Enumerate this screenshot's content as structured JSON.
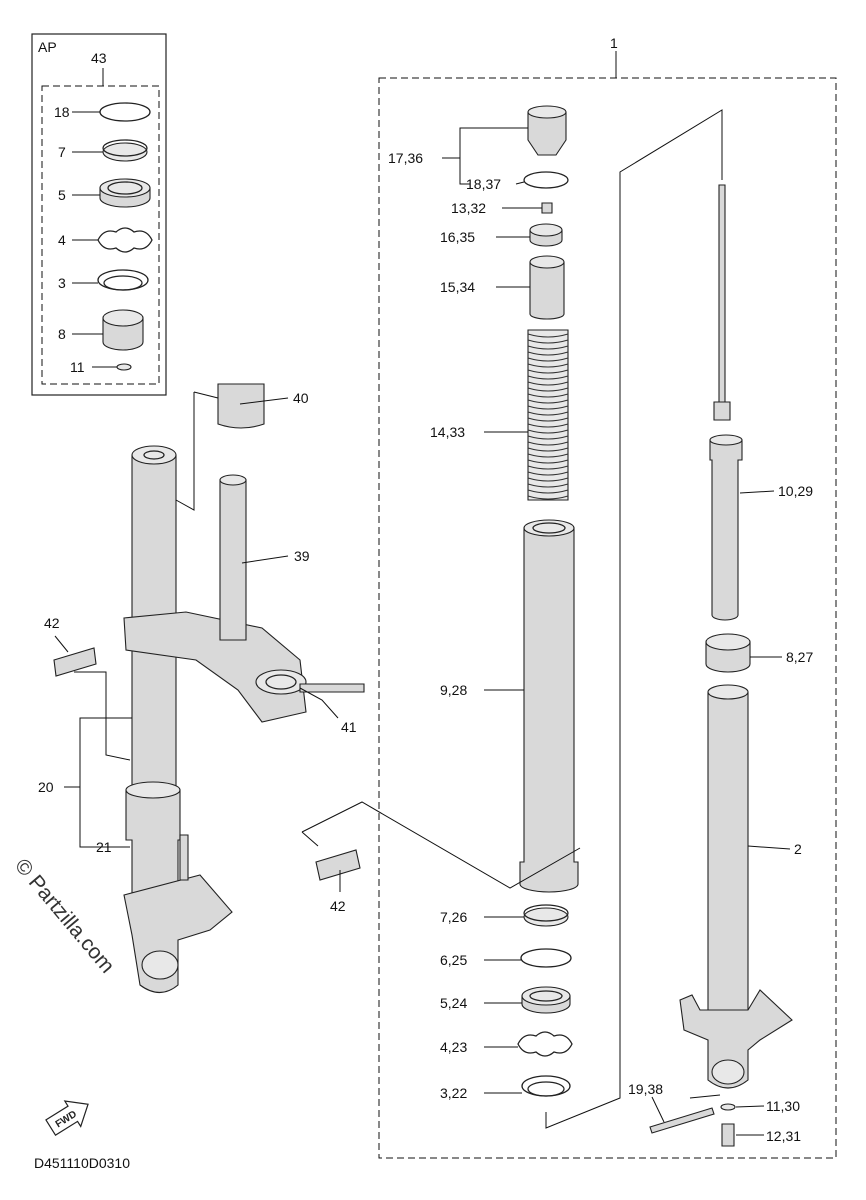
{
  "inset": {
    "label": "AP",
    "group": "43",
    "items": [
      "18",
      "7",
      "5",
      "4",
      "3",
      "8",
      "11"
    ]
  },
  "assembly_label": "1",
  "labels": {
    "l40": "40",
    "l39": "39",
    "l42a": "42",
    "l41": "41",
    "l20": "20",
    "l21": "21",
    "l42b": "42",
    "l1736": "17,36",
    "l1837": "18,37",
    "l1332": "13,32",
    "l1635": "16,35",
    "l1534": "15,34",
    "l1433": "14,33",
    "l928": "9,28",
    "l726": "7,26",
    "l625": "6,25",
    "l524": "5,24",
    "l423": "4,23",
    "l322": "3,22",
    "l1938": "19,38",
    "l1029": "10,29",
    "l827": "8,27",
    "l2": "2",
    "l1130": "11,30",
    "l1231": "12,31"
  },
  "fwd": "FWD",
  "watermark": "© Partzilla.com",
  "diagram_code": "D451110D0310"
}
